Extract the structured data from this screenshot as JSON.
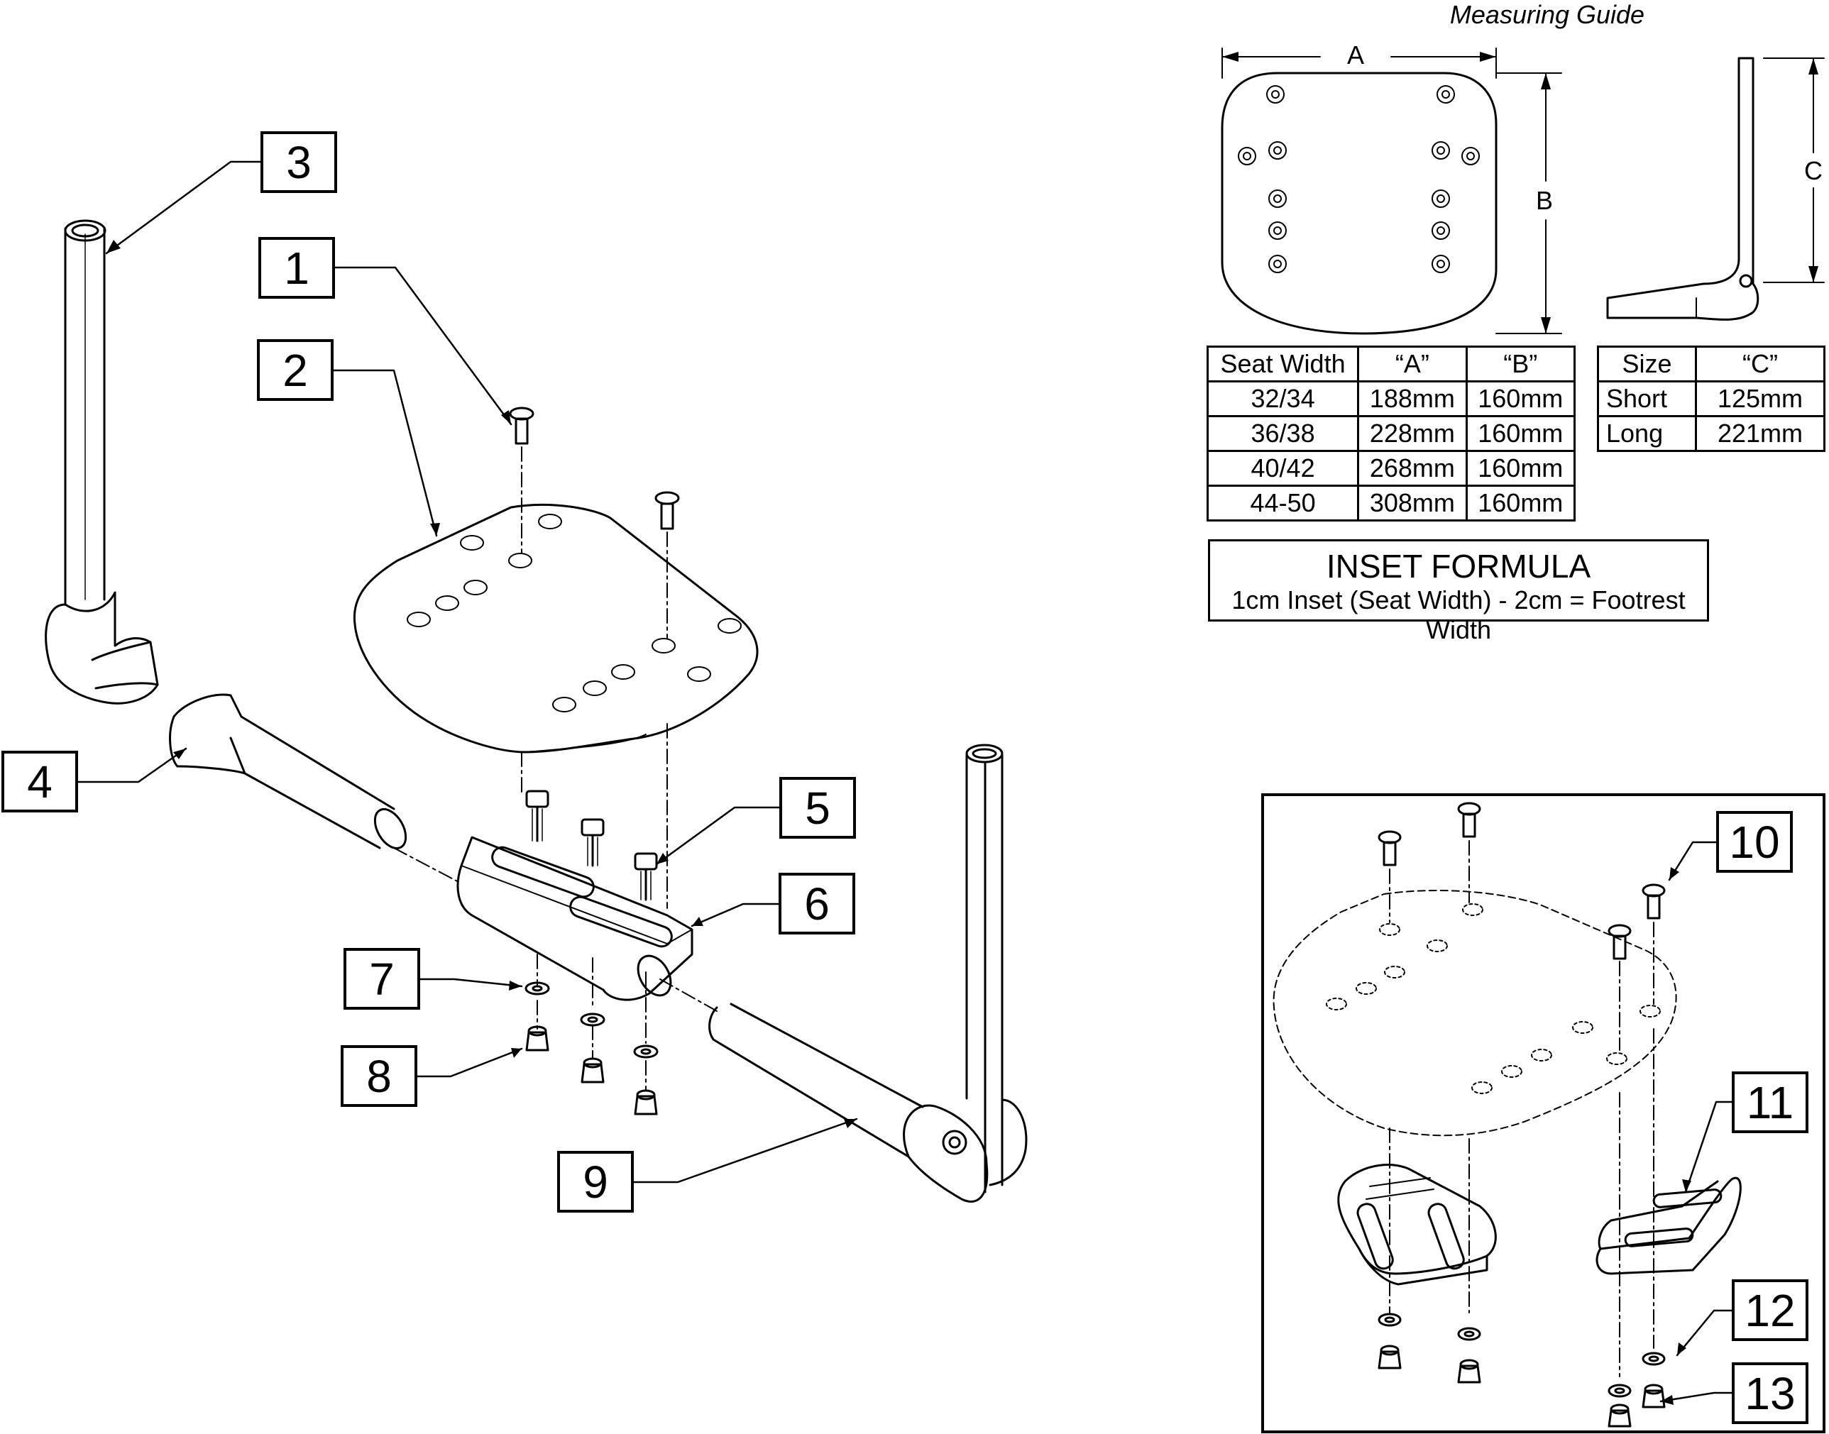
{
  "callouts": [
    {
      "n": "1"
    },
    {
      "n": "2"
    },
    {
      "n": "3"
    },
    {
      "n": "4"
    },
    {
      "n": "5"
    },
    {
      "n": "6"
    },
    {
      "n": "7"
    },
    {
      "n": "8"
    },
    {
      "n": "9"
    },
    {
      "n": "10"
    },
    {
      "n": "11"
    },
    {
      "n": "12"
    },
    {
      "n": "13"
    }
  ],
  "measuring_guide": {
    "title": "Measuring Guide",
    "dim_a": "A",
    "dim_b": "B",
    "dim_c": "C"
  },
  "seat_table": {
    "headers": [
      "Seat Width",
      "“A”",
      "“B”"
    ],
    "rows": [
      [
        "32/34",
        "188mm",
        "160mm"
      ],
      [
        "36/38",
        "228mm",
        "160mm"
      ],
      [
        "40/42",
        "268mm",
        "160mm"
      ],
      [
        "44-50",
        "308mm",
        "160mm"
      ]
    ]
  },
  "size_table": {
    "headers": [
      "Size",
      "“C”"
    ],
    "rows": [
      [
        "Short",
        "125mm"
      ],
      [
        "Long",
        "221mm"
      ]
    ]
  },
  "formula": {
    "title": "INSET FORMULA",
    "text": "1cm Inset (Seat Width) - 2cm = Footrest Width"
  }
}
